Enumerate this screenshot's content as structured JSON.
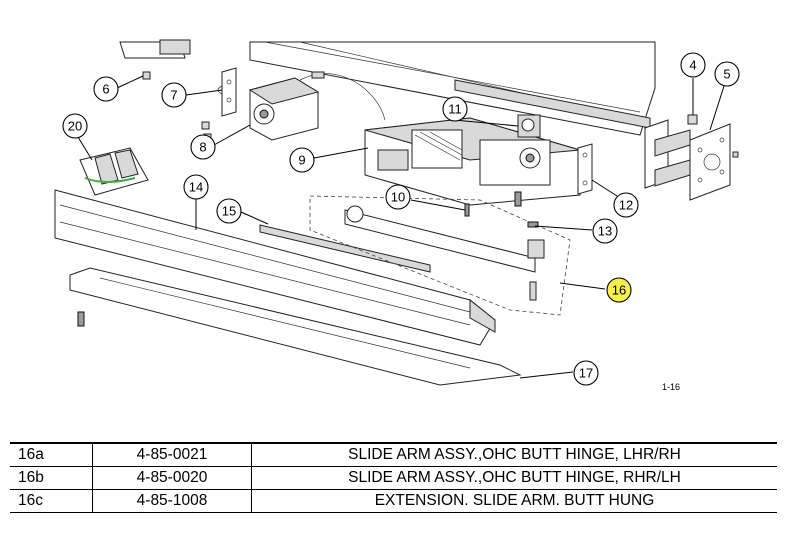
{
  "callouts": [
    {
      "label": "4"
    },
    {
      "label": "5"
    },
    {
      "label": "6"
    },
    {
      "label": "7"
    },
    {
      "label": "8"
    },
    {
      "label": "9"
    },
    {
      "label": "10"
    },
    {
      "label": "11"
    },
    {
      "label": "12"
    },
    {
      "label": "13"
    },
    {
      "label": "14"
    },
    {
      "label": "15"
    },
    {
      "label": "16"
    },
    {
      "label": "17"
    },
    {
      "label": "20"
    }
  ],
  "highlight_color": "#f7ef4a",
  "figure_label": "1-16",
  "parts_table": [
    {
      "item": "16a",
      "part_no": "4-85-0021",
      "description": "SLIDE ARM ASSY.,OHC BUTT HINGE, LHR/RH"
    },
    {
      "item": "16b",
      "part_no": "4-85-0020",
      "description": "SLIDE ARM ASSY.,OHC BUTT HINGE, RHR/LH"
    },
    {
      "item": "16c",
      "part_no": "4-85-1008",
      "description": "EXTENSION. SLIDE ARM. BUTT HUNG"
    }
  ]
}
